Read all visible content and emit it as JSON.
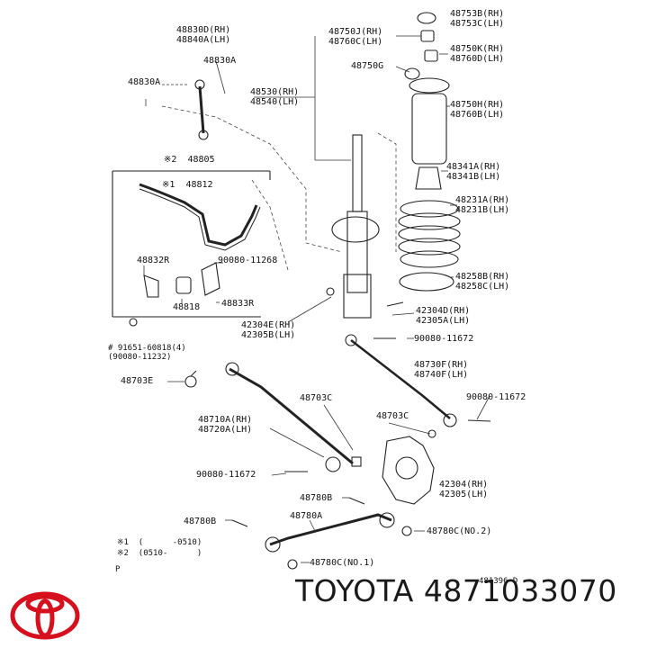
{
  "brand": {
    "name": "TOYOTA",
    "part_number": "4871033070",
    "logo_color": "#d7101e",
    "logo": "toyota-logo"
  },
  "diagram": {
    "ref_code": "481396-D",
    "page_marker": "P",
    "notes": {
      "n1": "※1  (      -0510)",
      "n2": "※2  (0510-      )"
    },
    "labels": {
      "l_48753": "48753B(RH)\n48753C(LH)",
      "l_48750j": "48750J(RH)\n48760C(LH)",
      "l_48830d": "48830D(RH)\n48840A(LH)",
      "l_48830a_1": "48830A",
      "l_48830a_2": "48830A",
      "l_48750k": "48750K(RH)\n48760D(LH)",
      "l_48750g": "48750G",
      "l_48530": "48530(RH)\n48540(LH)",
      "l_48750h": "48750H(RH)\n48760B(LH)",
      "l_48805": "※2  48805",
      "l_48341": "48341A(RH)\n48341B(LH)",
      "l_48812": "※1  48812",
      "l_48231": "48231A(RH)\n48231B(LH)",
      "l_48832r": "48832R",
      "l_90080_11268": "90080-11268",
      "l_48258": "48258B(RH)\n48258C(LH)",
      "l_48818": "48818",
      "l_48833r": "48833R",
      "l_42304d": "42304D(RH)\n42305A(LH)",
      "l_42304e": "42304E(RH)\n42305B(LH)",
      "l_91651": "# 91651-60818(4)\n(90080-11232)",
      "l_90080_11672_a": "90080-11672",
      "l_48730f": "48730F(RH)\n48740F(LH)",
      "l_48703e": "48703E",
      "l_90080_11672_b": "90080-11672",
      "l_48703c_1": "48703C",
      "l_48703c_2": "48703C",
      "l_48710a": "48710A(RH)\n48720A(LH)",
      "l_90080_11672_c": "90080-11672",
      "l_42304": "42304(RH)\n42305(LH)",
      "l_48780b_1": "48780B",
      "l_48780a": "48780A",
      "l_48780b_2": "48780B",
      "l_48780c_2": "48780C(NO.2)",
      "l_48780c_1": "48780C(NO.1)"
    }
  }
}
